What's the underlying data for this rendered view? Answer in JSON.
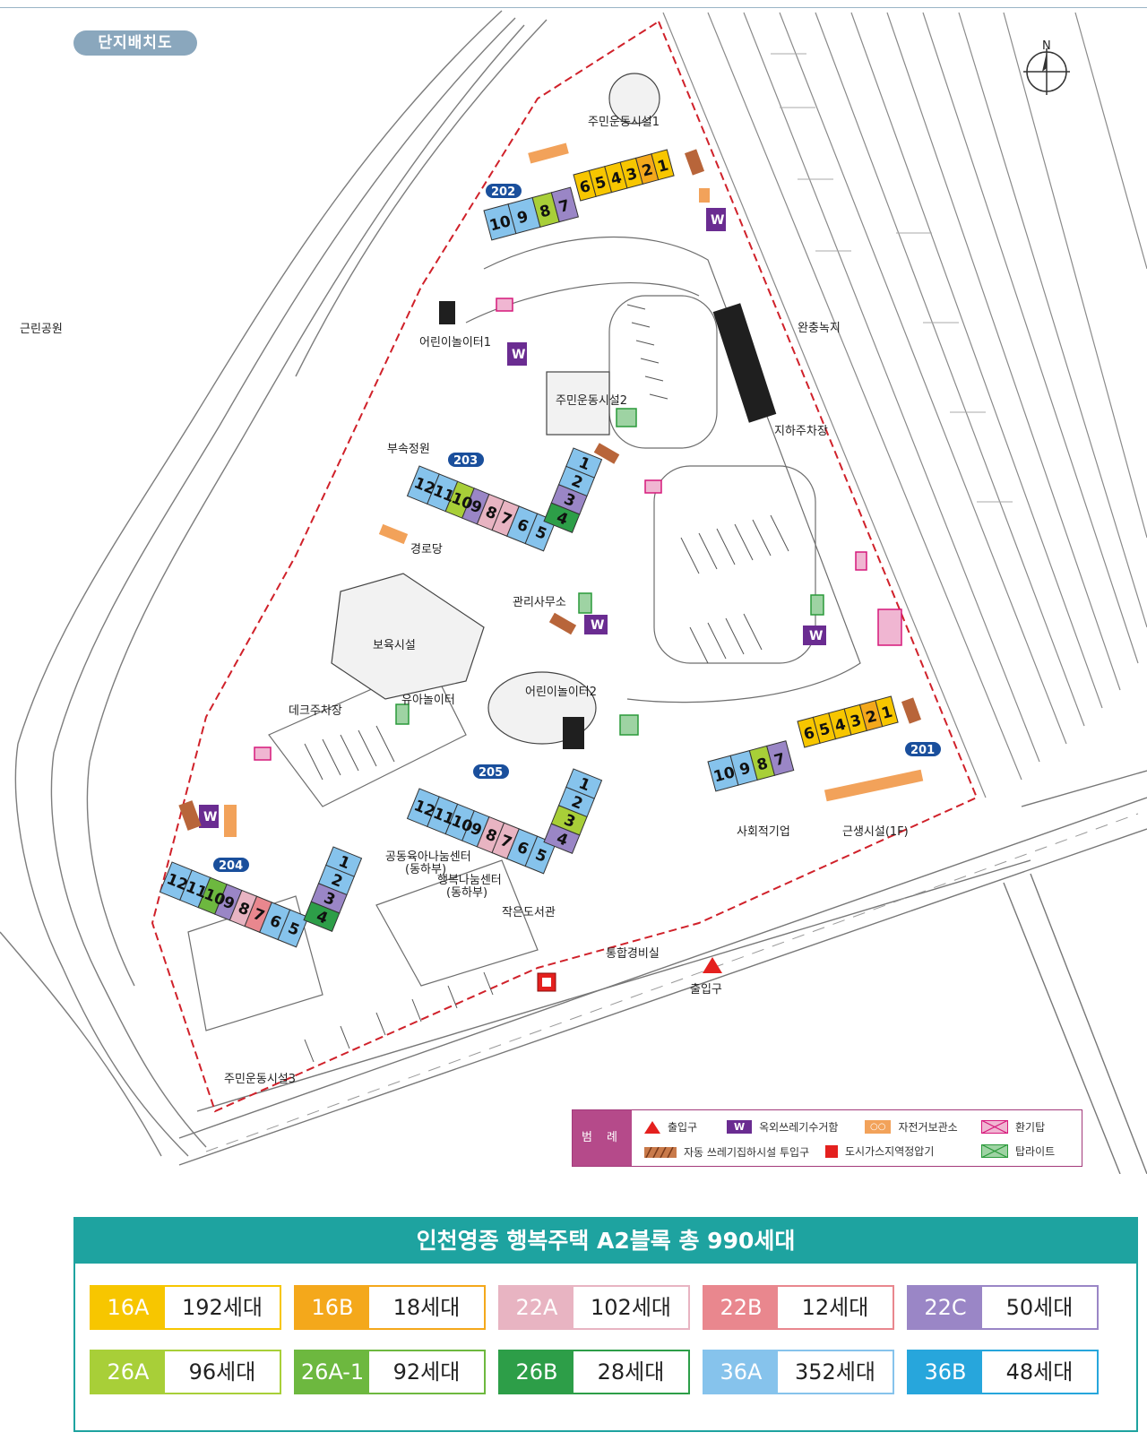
{
  "map": {
    "title": "단지배치도",
    "compass": "N",
    "labels": {
      "park": "근린공원",
      "buffer_green": "완충녹지",
      "underground_parking": "지하주차장",
      "sports1": "주민운동시설1",
      "sports2": "주민운동시설2",
      "sports3": "주민운동시설3",
      "playground1": "어린이놀이터1",
      "playground2": "어린이놀이터2",
      "infant_play": "유아놀이터",
      "garden": "부속정원",
      "senior_center": "경로당",
      "management_office": "관리사무소",
      "daycare": "보육시설",
      "deck_parking": "데크주차장",
      "social_enterprise": "사회적기업",
      "retail": "근생시설(1F)",
      "community_care_center": "공동육아나눔센터",
      "community_care_center_sub": "(동하부)",
      "happy_sharing_center": "행복나눔센터",
      "happy_sharing_center_sub": "(동하부)",
      "small_library": "작은도서관",
      "security_office": "통합경비실",
      "entrance": "출입구"
    },
    "buildings": [
      {
        "no": "202",
        "units_a": [
          "10",
          "9",
          "8",
          "7"
        ],
        "units_b": [
          "6",
          "5",
          "4",
          "3",
          "2",
          "1"
        ]
      },
      {
        "no": "203",
        "units_a": [
          "12",
          "11",
          "10",
          "9",
          "8",
          "7",
          "6",
          "5"
        ],
        "units_b": [
          "1",
          "2",
          "3",
          "4"
        ]
      },
      {
        "no": "201",
        "units_a": [
          "10",
          "9",
          "8",
          "7"
        ],
        "units_b": [
          "6",
          "5",
          "4",
          "3",
          "2",
          "1"
        ]
      },
      {
        "no": "205",
        "units_a": [
          "12",
          "11",
          "10",
          "9",
          "8",
          "7",
          "6",
          "5"
        ],
        "units_b": [
          "1",
          "2",
          "3",
          "4"
        ]
      },
      {
        "no": "204",
        "units_a": [
          "12",
          "11",
          "10",
          "9",
          "8",
          "7",
          "6",
          "5"
        ],
        "units_b": [
          "1",
          "2",
          "3",
          "4"
        ]
      }
    ],
    "waste_mark": "W"
  },
  "legend": {
    "heading": "범 례",
    "items": [
      {
        "name": "entrance",
        "label": "출입구",
        "icon": "red-triangle-icon"
      },
      {
        "name": "outdoor-waste",
        "label": "옥외쓰레기수거함",
        "icon": "waste-w-icon"
      },
      {
        "name": "bicycle",
        "label": "자전거보관소",
        "icon": "bicycle-icon"
      },
      {
        "name": "ventilation",
        "label": "환기탑",
        "icon": "magenta-x-icon"
      },
      {
        "name": "auto-waste",
        "label": "자동 쓰레기집하시설 투입구",
        "icon": "hatched-bar-icon"
      },
      {
        "name": "gas-regulator",
        "label": "도시가스지역정압기",
        "icon": "red-square-icon"
      },
      {
        "name": "top-light",
        "label": "탑라이트",
        "icon": "green-x-icon"
      }
    ],
    "colors": {
      "entrance": "#e4201e",
      "waste": "#6a2c91",
      "bicycle": "#f2a25a",
      "ventilation": "#d6197b",
      "top_light": "#2a9a3a",
      "hatch": "#a0522d",
      "gas": "#e4201e"
    }
  },
  "summary": {
    "title": "인천영종 행복주택 A2블록 총 990세대",
    "types": [
      {
        "type": "16A",
        "count": "192세대",
        "color": "#f7c600"
      },
      {
        "type": "16B",
        "count": "18세대",
        "color": "#f4a81b"
      },
      {
        "type": "22A",
        "count": "102세대",
        "color": "#e8b4c2"
      },
      {
        "type": "22B",
        "count": "12세대",
        "color": "#e9878e"
      },
      {
        "type": "22C",
        "count": "50세대",
        "color": "#9a86c6"
      },
      {
        "type": "26A",
        "count": "96세대",
        "color": "#a8cf38"
      },
      {
        "type": "26A-1",
        "count": "92세대",
        "color": "#6db83f"
      },
      {
        "type": "26B",
        "count": "28세대",
        "color": "#2d9e48"
      },
      {
        "type": "36A",
        "count": "352세대",
        "color": "#86c3ec"
      },
      {
        "type": "36B",
        "count": "48세대",
        "color": "#27a6dc"
      }
    ]
  }
}
